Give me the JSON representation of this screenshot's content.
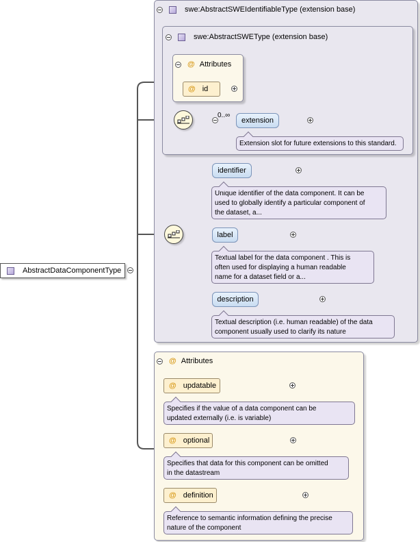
{
  "root": {
    "label": "AbstractDataComponentType"
  },
  "identifiable": {
    "title": "swe:AbstractSWEIdentifiableType (extension base)"
  },
  "swetype": {
    "title": "swe:AbstractSWEType (extension base)",
    "attributes_title": "Attributes",
    "id_attr": "id",
    "extension": {
      "label": "extension",
      "multiplicity": "0..∞",
      "doc": "Extension slot for future extensions to this standard."
    }
  },
  "sequence": [
    {
      "label": "identifier",
      "doc": [
        "Unique identifier of the data component. It can be",
        "used to globally identify a particular component of",
        "the dataset, a..."
      ]
    },
    {
      "label": "label",
      "doc": [
        "Textual label for the data component . This is",
        "often used for displaying a human readable",
        "name for a dataset field or a..."
      ]
    },
    {
      "label": "description",
      "doc": [
        "Textual description (i.e. human readable) of the data",
        "component usually used to clarify its nature"
      ]
    }
  ],
  "attributes": {
    "title": "Attributes",
    "items": [
      {
        "label": "updatable",
        "doc": [
          "Specifies if the value of a data component can be",
          "updated externally (i.e. is variable)"
        ]
      },
      {
        "label": "optional",
        "doc": [
          "Specifies that data for this component can be omitted",
          "in the datastream"
        ]
      },
      {
        "label": "definition",
        "doc": [
          "Reference to semantic information defining the precise",
          "nature of the component"
        ]
      }
    ]
  },
  "icons": {
    "type": "complex-type-icon",
    "attribute": "attribute-icon",
    "sequence": "sequence-compositor-icon"
  },
  "colors": {
    "type_panel": "#e9e7ef",
    "attr_panel": "#fcf8ea",
    "element": "#d6e6f7",
    "doc": "#e9e4f3",
    "attr_icon": "#d89a1a"
  }
}
